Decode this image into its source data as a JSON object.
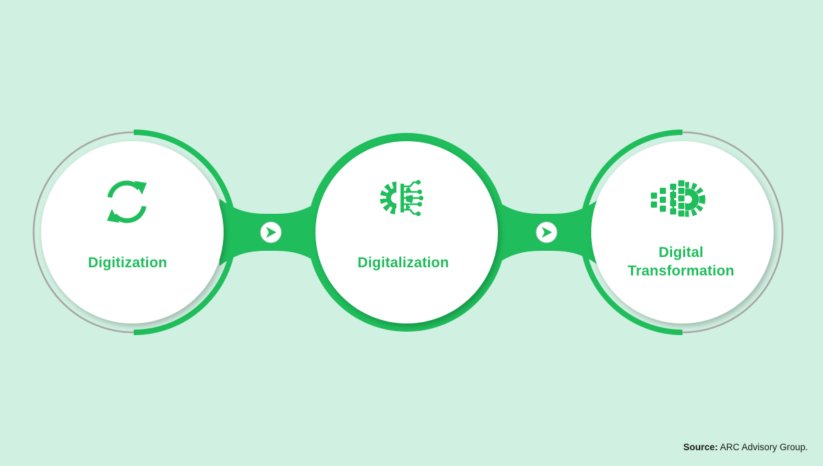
{
  "colors": {
    "background": "#d0f0e1",
    "accent": "#1fbd5b",
    "circle_fill": "#ffffff",
    "outer_ring": "#a6a6a6",
    "text": "#1a1a1a"
  },
  "stages": [
    {
      "title_lines": [
        "Digitization"
      ],
      "icon": "refresh-arrows-icon"
    },
    {
      "title_lines": [
        "Digitalization"
      ],
      "icon": "gear-circuit-icon"
    },
    {
      "title_lines": [
        "Digital",
        "Transformation"
      ],
      "icon": "pixel-gear-icon"
    }
  ],
  "connectors": [
    {
      "icon": "arrow-right-icon"
    },
    {
      "icon": "arrow-right-icon"
    }
  ],
  "source": {
    "label": "Source:",
    "text": "ARC Advisory Group."
  }
}
